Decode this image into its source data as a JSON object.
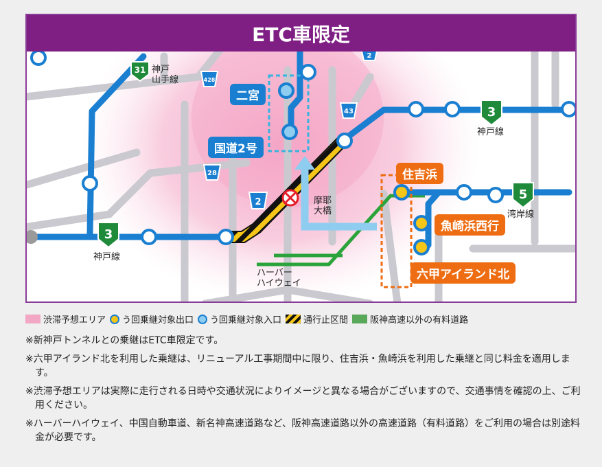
{
  "title": "ETC車限定",
  "colors": {
    "title_bg": "#7f1f84",
    "expressway": "#1a7fd1",
    "detour_exit": "#f5c518",
    "detour_entrance": "#8fcdf0",
    "closed_stripe": "#f5c518",
    "other_toll": "#29a33a",
    "congestion": "#f2a7c4",
    "route_badge": "#1f8a3a"
  },
  "map": {
    "route_badges": [
      {
        "text": "31",
        "shape": "shield-green",
        "label": "神戸\n山手線"
      },
      {
        "text": "3",
        "shape": "shield-green",
        "label": "神戸線"
      },
      {
        "text": "3",
        "shape": "shield-green",
        "label": "神戸線"
      },
      {
        "text": "5",
        "shape": "shield-green",
        "label": "湾岸線"
      }
    ],
    "national_roads": [
      "428",
      "43",
      "28",
      "2",
      "2"
    ],
    "places": {
      "ninomiya": "二宮",
      "kokudo2": "国道2号",
      "sumiyoshihama": "住吉浜",
      "uozakihama_nishi": "魚崎浜西行",
      "rokko_island_kita": "六甲アイランド北",
      "maya_ohashi": "摩耶\n大橋",
      "harbor_highway": "ハーバー\nハイウェイ"
    }
  },
  "legend": [
    {
      "name": "congestion",
      "text": "渋滞予想エリア",
      "icon": "pink-square"
    },
    {
      "name": "detour-exit",
      "text": "う回乗継対象出口",
      "icon": "yellow-circle"
    },
    {
      "name": "detour-entrance",
      "text": "う回乗継対象入口",
      "icon": "lightblue-circle"
    },
    {
      "name": "closed",
      "text": "通行止区間",
      "icon": "hatched-square"
    },
    {
      "name": "other-toll",
      "text": "阪神高速以外の有料道路",
      "icon": "green-square"
    }
  ],
  "notes": [
    "※新神戸トンネルとの乗継はETC車限定です。",
    "※六甲アイランド北を利用した乗継は、リニューアル工事期間中に限り、住吉浜・魚崎浜を利用した乗継と同じ料金を適用します。",
    "※渋滞予想エリアは実際に走行される日時や交通状況によりイメージと異なる場合がございますので、交通事情を確認の上、ご利用ください。",
    "※ハーバーハイウェイ、中国自動車道、新名神高速道路など、阪神高速道路以外の高速道路（有料道路）をご利用の場合は別途料金が必要です。"
  ]
}
